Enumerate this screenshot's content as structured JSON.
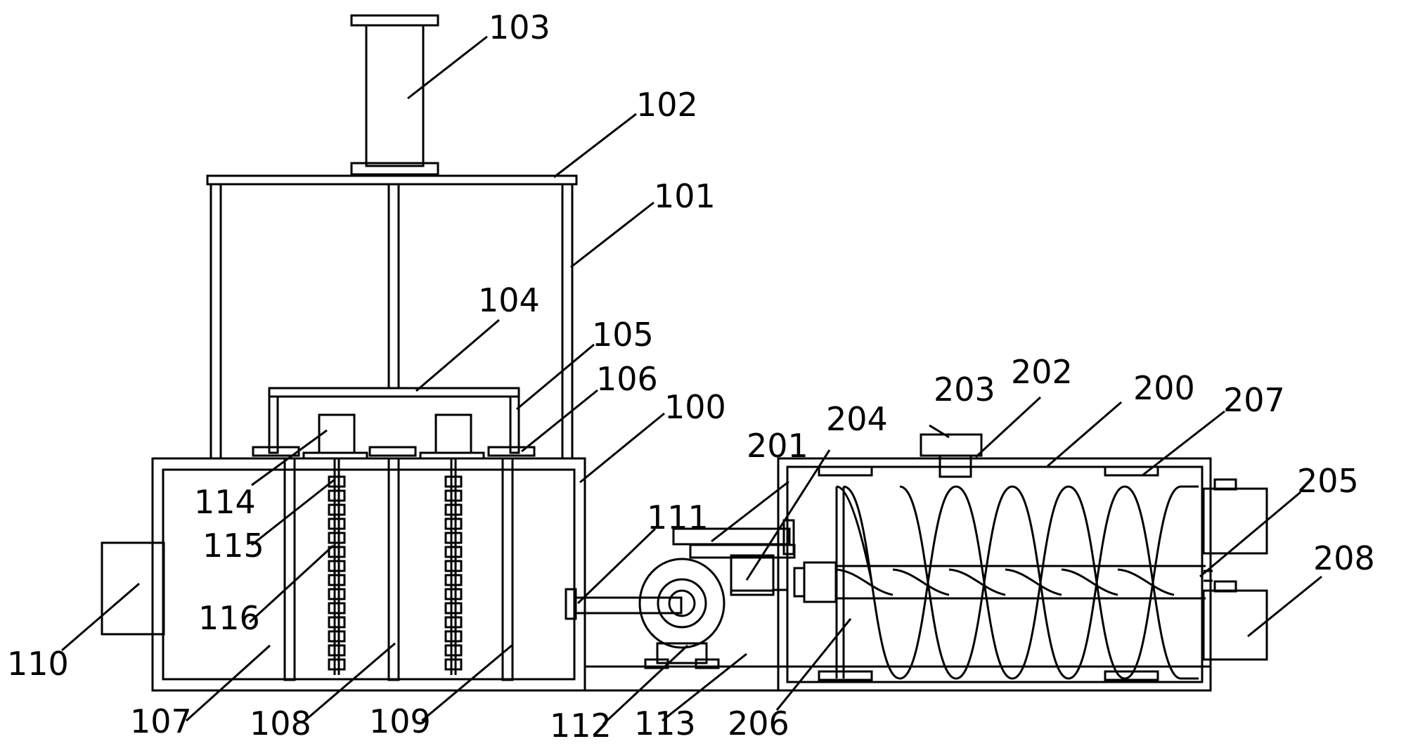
{
  "diagram": {
    "labels": [
      {
        "id": "l103",
        "text": "103"
      },
      {
        "id": "l102",
        "text": "102"
      },
      {
        "id": "l101",
        "text": "101"
      },
      {
        "id": "l104",
        "text": "104"
      },
      {
        "id": "l105",
        "text": "105"
      },
      {
        "id": "l106",
        "text": "106"
      },
      {
        "id": "l100",
        "text": "100"
      },
      {
        "id": "l114",
        "text": "114"
      },
      {
        "id": "l115",
        "text": "115"
      },
      {
        "id": "l116",
        "text": "116"
      },
      {
        "id": "l110",
        "text": "110"
      },
      {
        "id": "l107",
        "text": "107"
      },
      {
        "id": "l108",
        "text": "108"
      },
      {
        "id": "l109",
        "text": "109"
      },
      {
        "id": "l111",
        "text": "111"
      },
      {
        "id": "l112",
        "text": "112"
      },
      {
        "id": "l113",
        "text": "113"
      },
      {
        "id": "l206",
        "text": "206"
      },
      {
        "id": "l201",
        "text": "201"
      },
      {
        "id": "l204",
        "text": "204"
      },
      {
        "id": "l203",
        "text": "203"
      },
      {
        "id": "l202",
        "text": "202"
      },
      {
        "id": "l200",
        "text": "200"
      },
      {
        "id": "l207",
        "text": "207"
      },
      {
        "id": "l205",
        "text": "205"
      },
      {
        "id": "l208",
        "text": "208"
      }
    ]
  }
}
